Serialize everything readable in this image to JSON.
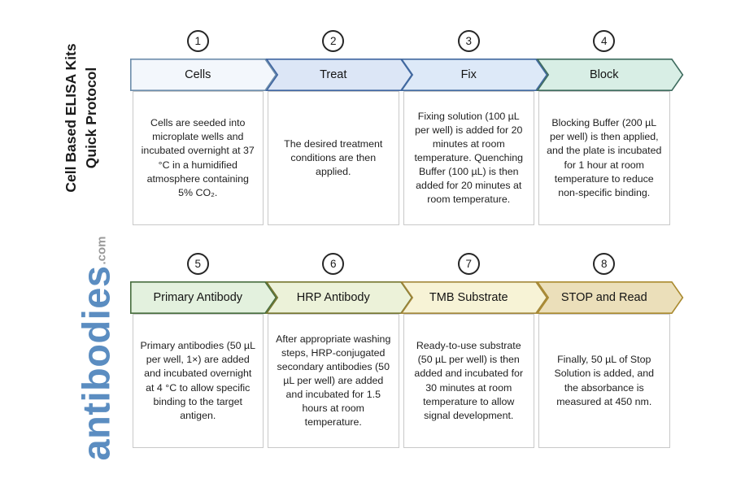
{
  "branding": {
    "title_line1": "Cell Based ELISA Kits",
    "title_line2": "Quick Protocol",
    "logo_name": "antibodies",
    "logo_tld": ".com",
    "logo_color": "#5b8dc1",
    "logo_tld_color": "#9a9a9a",
    "title_color": "#1b1b1b"
  },
  "steps": [
    {
      "number": "1",
      "label": "Cells",
      "description": "Cells are seeded into microplate wells and incubated overnight at 37 °C in a humidified atmosphere containing 5% CO₂.",
      "fill": "#f3f7fc",
      "border": "#6d8dab"
    },
    {
      "number": "2",
      "label": "Treat",
      "description": "The desired treatment conditions are then applied.",
      "fill": "#dce6f6",
      "border": "#3f65a0"
    },
    {
      "number": "3",
      "label": "Fix",
      "description": "Fixing solution (100 µL per well) is added for 20 minutes at room temperature. Quenching Buffer (100 µL) is then added for 20 minutes at room temperature.",
      "fill": "#dde9f8",
      "border": "#41699f"
    },
    {
      "number": "4",
      "label": "Block",
      "description": "Blocking Buffer (200 µL per well) is then applied, and the plate is incubated for 1 hour at room temperature to reduce non-specific binding.",
      "fill": "#d8eee5",
      "border": "#3e6b5e"
    },
    {
      "number": "5",
      "label": "Primary Antibody",
      "description": "Primary antibodies (50 µL per well, 1×) are added and incubated overnight at 4 °C to allow specific binding to the target antigen.",
      "fill": "#e3f1de",
      "border": "#486e3e"
    },
    {
      "number": "6",
      "label": "HRP Antibody",
      "description": "After appropriate washing steps, HRP-conjugated secondary antibodies (50 µL per well) are added and incubated for 1.5 hours at room temperature.",
      "fill": "#ecf2d9",
      "border": "#75762f"
    },
    {
      "number": "7",
      "label": "TMB Substrate",
      "description": "Ready-to-use substrate (50 µL per well) is then added and incubated for 30 minutes at room temperature to allow signal development.",
      "fill": "#f7f3d6",
      "border": "#a3873b"
    },
    {
      "number": "8",
      "label": "STOP and Read",
      "description": "Finally, 50 µL of Stop Solution is added, and the absorbance is measured at 450 nm.",
      "fill": "#ebdfba",
      "border": "#aa8a2f"
    }
  ],
  "layout": {
    "rows": [
      [
        0,
        1,
        2,
        3
      ],
      [
        4,
        5,
        6,
        7
      ]
    ]
  }
}
